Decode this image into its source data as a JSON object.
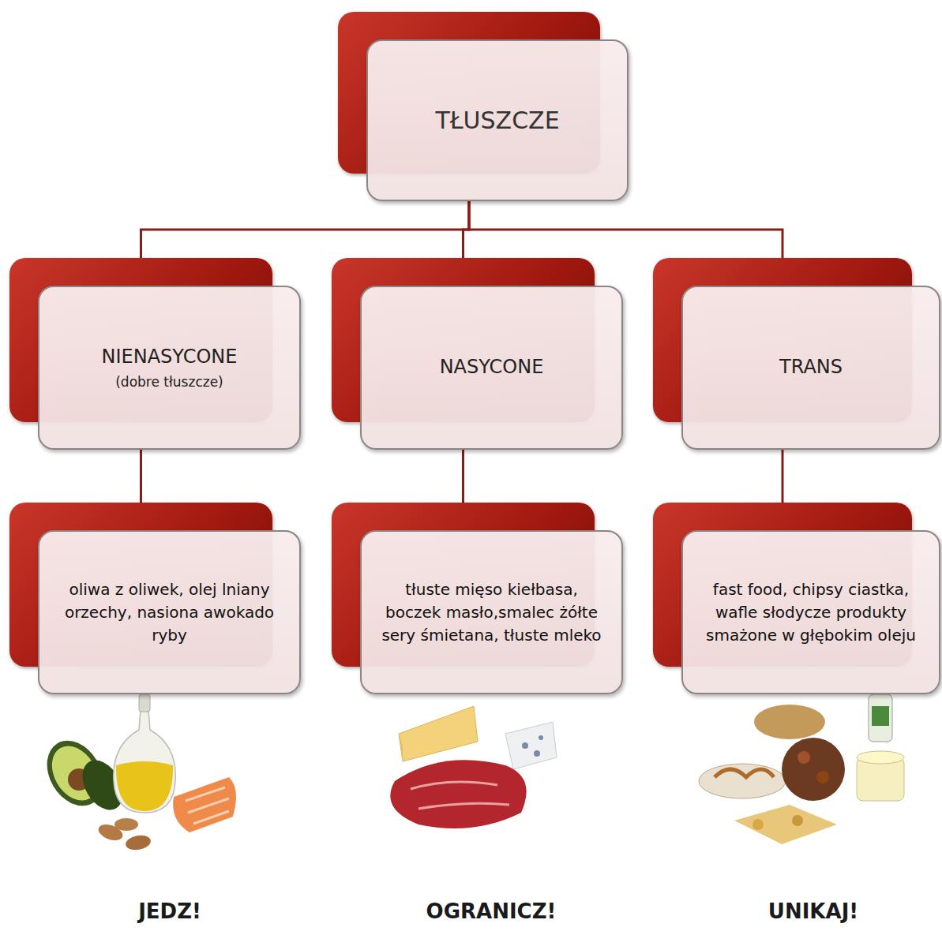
{
  "diagram": {
    "nodes": [
      {
        "text": [
          "TŁUSZCZE"
        ]
      },
      {
        "text": [
          "NIENASYCONE",
          "(dobre tłuszcze)"
        ]
      },
      {
        "text": [
          "NASYCONE"
        ]
      },
      {
        "text": [
          "TRANS"
        ]
      },
      {
        "text": [
          "oliwa z oliwek, olej lniany orzechy, nasiona awokado ryby"
        ]
      },
      {
        "text": [
          "tłuste mięso kiełbasa, boczek masło,smalec żółte sery śmietana, tłuste mleko"
        ]
      },
      {
        "text": [
          "fast food, chipsy ciastka, wafle słodycze produkty smażone w głębokim oleju"
        ]
      }
    ],
    "edges": [
      {
        "from": 0,
        "to": 1,
        "arrow": "none"
      },
      {
        "from": 0,
        "to": 2,
        "arrow": "none"
      },
      {
        "from": 0,
        "to": 3,
        "arrow": "none"
      },
      {
        "from": 1,
        "to": 4,
        "arrow": "none"
      },
      {
        "from": 2,
        "to": 5,
        "arrow": "none"
      },
      {
        "from": 3,
        "to": 6,
        "arrow": "none"
      }
    ],
    "labels": [
      "JEDZ!",
      "OGRANICZ!",
      "UNIKAJ!"
    ]
  }
}
